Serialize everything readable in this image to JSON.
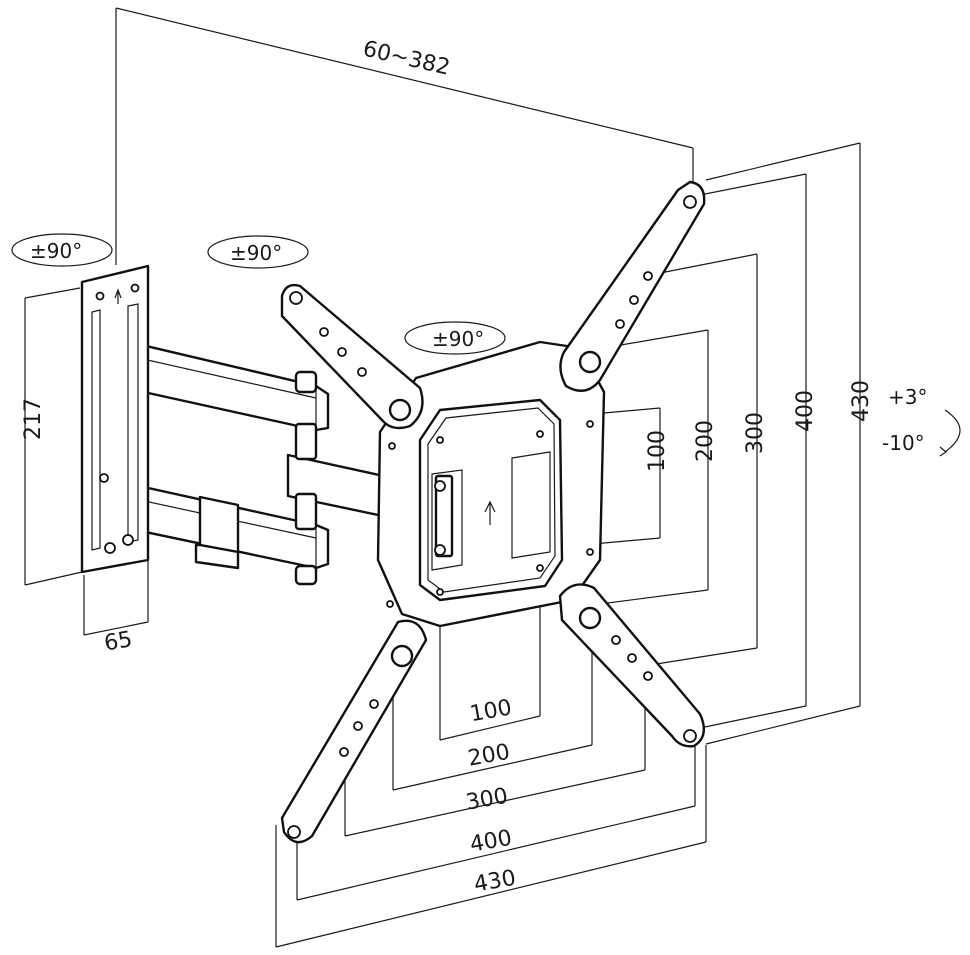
{
  "dimensions": {
    "extension": "60~382",
    "plate_height": "217",
    "plate_depth": "65",
    "v100": "100",
    "v200": "200",
    "v300": "300",
    "v400": "400",
    "v430": "430",
    "h100": "100",
    "h200": "200",
    "h300": "300",
    "h400": "400",
    "h430": "430"
  },
  "rotations": {
    "wall": "±90°",
    "arm": "±90°",
    "plate": "±90°",
    "tilt_up": "+3°",
    "tilt_down": "-10°"
  }
}
